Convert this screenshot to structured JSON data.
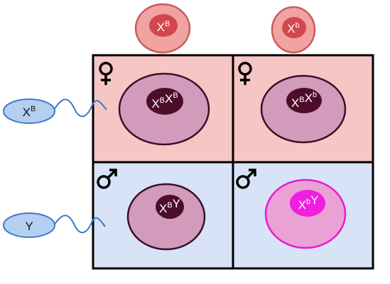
{
  "colors": {
    "female_cell_bg": "#f6c6c4",
    "male_cell_bg": "#d8e3f7",
    "egg_fill": "#e58a87",
    "egg_stroke": "#c95c5a",
    "egg_nucleus": "#d2474f",
    "sperm_fill": "#b5cff1",
    "sperm_stroke": "#3e78c4",
    "zygote_fill": "#d39bbb",
    "zygote_stroke": "#3a0f2a",
    "nucleus_fill": "#4e0c2b",
    "affected_zygote_fill": "#e79ad0",
    "affected_zygote_stroke": "#e81ad2",
    "affected_nucleus_fill": "#f01ee0",
    "grid_line": "#000000"
  },
  "icons": {
    "female": "venus-icon",
    "male": "mars-icon"
  },
  "eggs": [
    {
      "base": "X",
      "sup": "B"
    },
    {
      "base": "X",
      "sup": "b"
    }
  ],
  "sperm": [
    {
      "base": "X",
      "sup": "B"
    },
    {
      "base": "Y",
      "sup": ""
    }
  ],
  "offspring": [
    {
      "parts": [
        {
          "base": "X",
          "sup": "B"
        },
        {
          "base": "X",
          "sup": "B"
        }
      ],
      "sex": "female",
      "affected": false
    },
    {
      "parts": [
        {
          "base": "X",
          "sup": "B"
        },
        {
          "base": "X",
          "sup": "b"
        }
      ],
      "sex": "female",
      "affected": false
    },
    {
      "parts": [
        {
          "base": "X",
          "sup": "B"
        },
        {
          "base": "Y",
          "sup": ""
        }
      ],
      "sex": "male",
      "affected": false
    },
    {
      "parts": [
        {
          "base": "X",
          "sup": "b"
        },
        {
          "base": "Y",
          "sup": ""
        }
      ],
      "sex": "male",
      "affected": true
    }
  ]
}
